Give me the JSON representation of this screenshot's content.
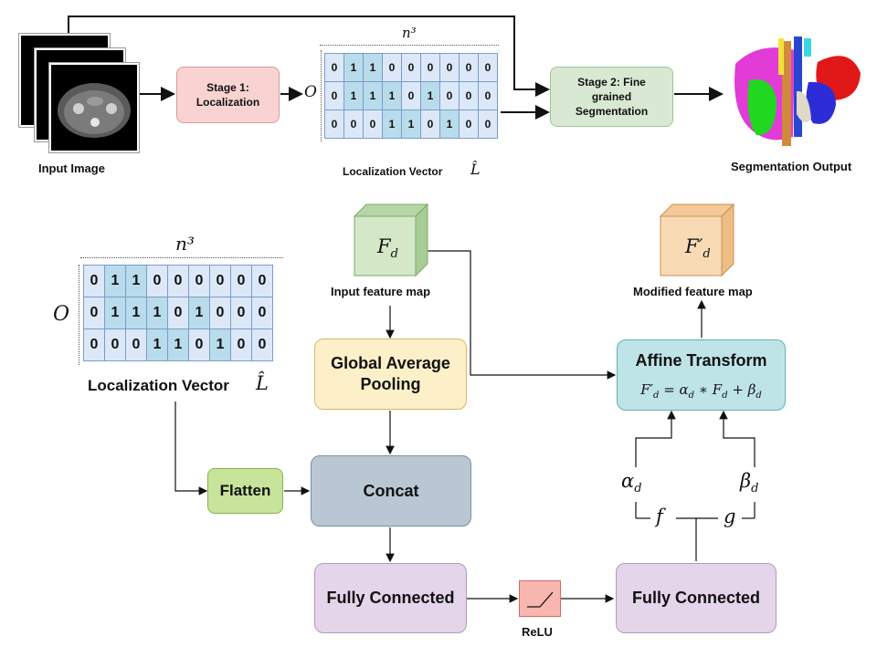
{
  "top": {
    "input_image_label": "Input Image",
    "stage1_label": "Stage 1:\nLocalization",
    "o_label": "O",
    "n3_label": "n³",
    "vector_label": "Localization Vector",
    "l_hat": "L̂",
    "stage2_label": "Stage 2: Fine\ngrained\nSegmentation",
    "output_label": "Segmentation Output",
    "grid": [
      [
        "0",
        "1",
        "1",
        "0",
        "0",
        "0",
        "0",
        "0",
        "0"
      ],
      [
        "0",
        "1",
        "1",
        "1",
        "0",
        "1",
        "0",
        "0",
        "0"
      ],
      [
        "0",
        "0",
        "0",
        "1",
        "1",
        "0",
        "1",
        "0",
        "0"
      ]
    ]
  },
  "bottom": {
    "o_label": "O",
    "n3_label": "n³",
    "vector_label": "Localization Vector",
    "l_hat": "L̂",
    "grid": [
      [
        "0",
        "1",
        "1",
        "0",
        "0",
        "0",
        "0",
        "0",
        "0"
      ],
      [
        "0",
        "1",
        "1",
        "1",
        "0",
        "1",
        "0",
        "0",
        "0"
      ],
      [
        "0",
        "0",
        "0",
        "1",
        "1",
        "0",
        "1",
        "0",
        "0"
      ]
    ],
    "input_fm_symbol": "F_d",
    "input_fm_label": "Input feature map",
    "modified_fm_symbol": "F′_d",
    "modified_fm_label": "Modified feature map",
    "gap_label": "Global Average\nPooling",
    "flatten_label": "Flatten",
    "concat_label": "Concat",
    "fc1_label": "Fully Connected",
    "fc2_label": "Fully Connected",
    "relu_label": "ReLU",
    "affine_title": "Affine Transform",
    "affine_eq": "F′_d = α_d ∗ F_d + β_d",
    "alpha": "α_d",
    "beta": "β_d",
    "f": "f",
    "g": "g"
  },
  "colors": {
    "stage1": "#f8d3d2",
    "stage2": "#d8e8d3",
    "gap": "#fdf0c8",
    "flatten": "#c8e39a",
    "concat": "#b9c7d4",
    "fc": "#e4d5ea",
    "affine": "#bfe4e8",
    "cell": "#dce8f8",
    "cell_hl": "#b8dceb"
  }
}
